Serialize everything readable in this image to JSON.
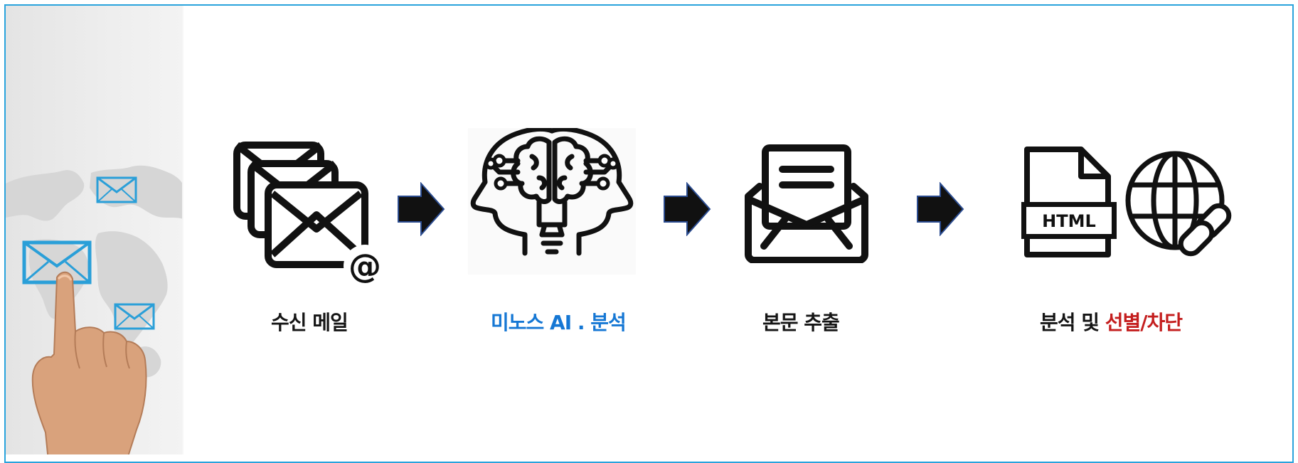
{
  "colors": {
    "frame_border": "#29a3dc",
    "accent_blue": "#1577d4",
    "accent_red": "#c41e1e",
    "envelope_blue": "#2a9fd8",
    "icon": "#111111"
  },
  "decor": {
    "icons": [
      "world-map-icon",
      "envelope-icon",
      "hand-icon"
    ]
  },
  "steps": [
    {
      "icon": "stacked-email-at-icon",
      "label": "수신  메일"
    },
    {
      "icon": "ai-brain-head-icon",
      "label": "미노스 AI . 분석"
    },
    {
      "icon": "open-envelope-letter-icon",
      "label": "본문 추출"
    },
    {
      "icon": "html-file-globe-link-icon",
      "label_plain": "분석 및 ",
      "label_highlight": "선별/차단"
    }
  ],
  "html_file": {
    "badge": "HTML"
  },
  "arrows": [
    "arrow-right-icon",
    "arrow-right-icon",
    "arrow-right-icon"
  ]
}
